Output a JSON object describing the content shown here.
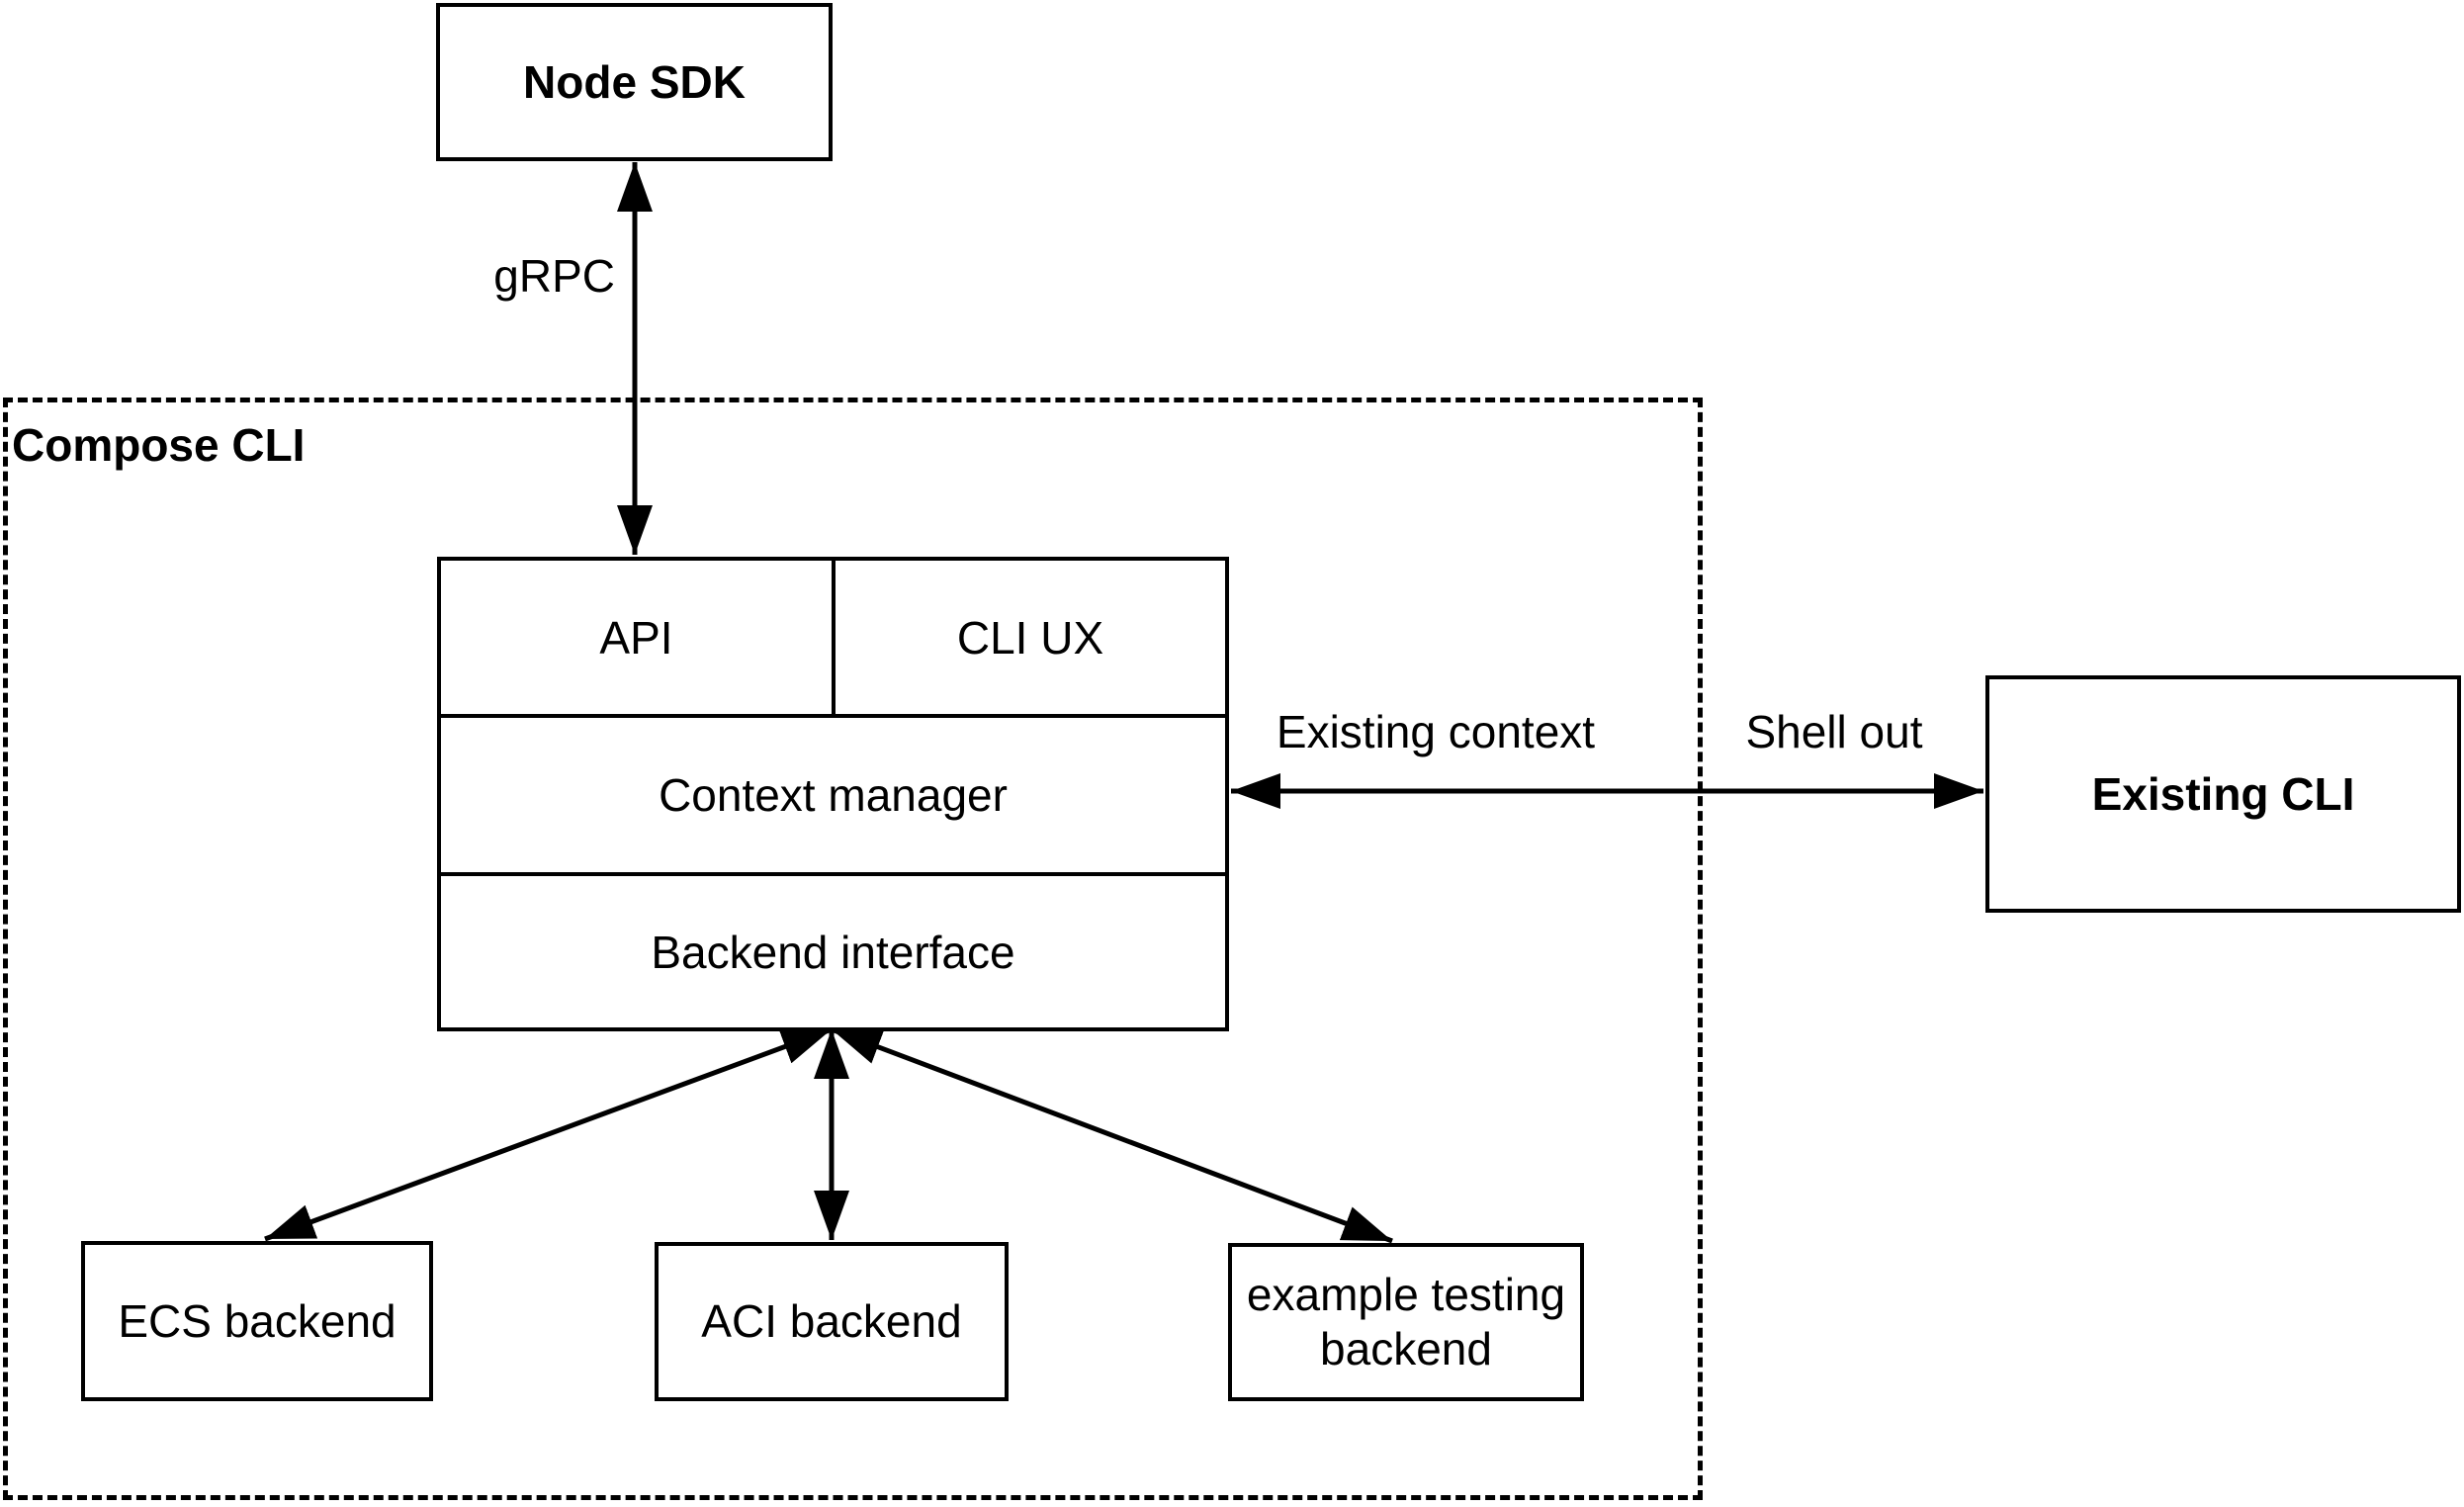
{
  "nodes": {
    "node_sdk": {
      "label": "Node SDK"
    },
    "api": {
      "label": "API"
    },
    "cli_ux": {
      "label": "CLI UX"
    },
    "context_manager": {
      "label": "Context manager"
    },
    "backend_interface": {
      "label": "Backend interface"
    },
    "ecs_backend": {
      "label": "ECS backend"
    },
    "aci_backend": {
      "label": "ACI backend"
    },
    "example_testing_backend": {
      "label": "example testing backend"
    },
    "existing_cli": {
      "label": "Existing CLI"
    }
  },
  "containers": {
    "compose_cli": {
      "label": "Compose CLI"
    }
  },
  "edges": [
    {
      "from": "node_sdk",
      "to": "api",
      "label": "gRPC",
      "style": "double-arrow"
    },
    {
      "from": "context_manager",
      "to": "existing_cli",
      "labels": [
        "Existing context",
        "Shell out"
      ],
      "style": "double-arrow"
    },
    {
      "from": "backend_interface",
      "to": "ecs_backend",
      "label": "",
      "style": "double-arrow"
    },
    {
      "from": "backend_interface",
      "to": "aci_backend",
      "label": "",
      "style": "double-arrow"
    },
    {
      "from": "backend_interface",
      "to": "example_testing_backend",
      "label": "",
      "style": "double-arrow"
    }
  ],
  "colors": {
    "stroke": "#000000",
    "text": "#000000",
    "background": "#ffffff"
  }
}
